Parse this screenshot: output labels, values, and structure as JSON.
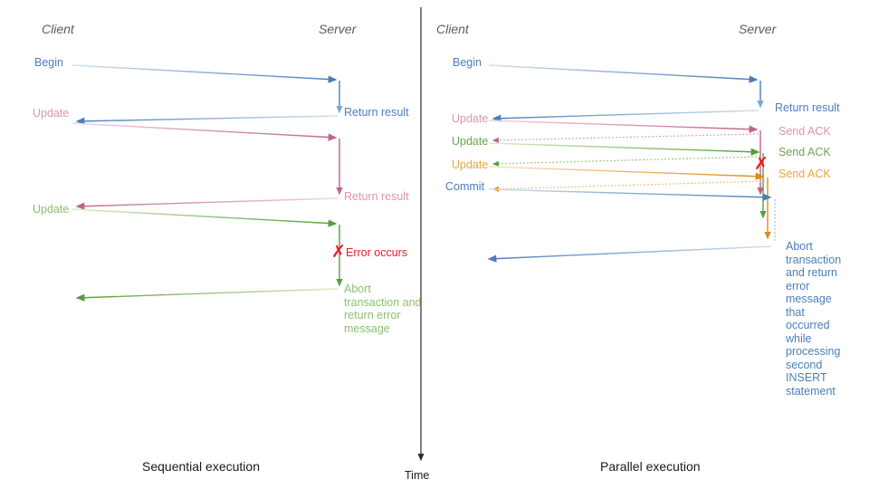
{
  "figure": {
    "colors": {
      "blue": "#4a7ebb",
      "blue_light": "#8fb8dd",
      "pink": "#c1628f",
      "pink_light": "#dda8c2",
      "green": "#5a9e3f",
      "green_light": "#9ccb80",
      "orange": "#e08a1e",
      "orange_light": "#f5c178",
      "red": "#ec1c24",
      "axis": "#2b2b2b",
      "lane_title": "#5b5b5b",
      "caption": "#1a1a1a"
    },
    "time_axis": {
      "label": "Time"
    }
  },
  "left_panel": {
    "caption": "Sequential execution",
    "lanes": {
      "client": "Client",
      "server": "Server"
    },
    "messages": [
      {
        "id": "begin",
        "label": "Begin",
        "color": "blue",
        "dir": "to-server"
      },
      {
        "id": "return-result-1",
        "label": "Return result",
        "color": "blue",
        "dir": "to-client"
      },
      {
        "id": "update-1",
        "label": "Update",
        "color": "pink",
        "dir": "to-server"
      },
      {
        "id": "return-result-2",
        "label": "Return result",
        "color": "pink",
        "dir": "to-client"
      },
      {
        "id": "update-2",
        "label": "Update",
        "color": "green",
        "dir": "to-server"
      },
      {
        "id": "error",
        "label": "Error occurs",
        "color": "red",
        "dir": "marker"
      },
      {
        "id": "abort",
        "label": "Abort transaction and return error message",
        "color": "green",
        "dir": "to-client"
      }
    ]
  },
  "right_panel": {
    "caption": "Parallel execution",
    "lanes": {
      "client": "Client",
      "server": "Server"
    },
    "messages": [
      {
        "id": "begin",
        "label": "Begin",
        "color": "blue",
        "dir": "to-server"
      },
      {
        "id": "return-result",
        "label": "Return result",
        "color": "blue",
        "dir": "to-client"
      },
      {
        "id": "update-1",
        "label": "Update",
        "color": "pink",
        "dir": "to-server"
      },
      {
        "id": "send-ack-1",
        "label": "Send ACK",
        "color": "pink",
        "dir": "to-client"
      },
      {
        "id": "update-2",
        "label": "Update",
        "color": "green",
        "dir": "to-server"
      },
      {
        "id": "send-ack-2",
        "label": "Send ACK",
        "color": "green",
        "dir": "to-client"
      },
      {
        "id": "update-3",
        "label": "Update",
        "color": "orange",
        "dir": "to-server"
      },
      {
        "id": "send-ack-3",
        "label": "Send ACK",
        "color": "orange",
        "dir": "to-client"
      },
      {
        "id": "commit",
        "label": "Commit",
        "color": "blue",
        "dir": "to-server"
      },
      {
        "id": "error",
        "label": "",
        "color": "red",
        "dir": "marker"
      },
      {
        "id": "abort",
        "label": "Abort transaction and return error message that occurred while processing second INSERT statement",
        "color": "blue",
        "dir": "to-client"
      }
    ]
  }
}
